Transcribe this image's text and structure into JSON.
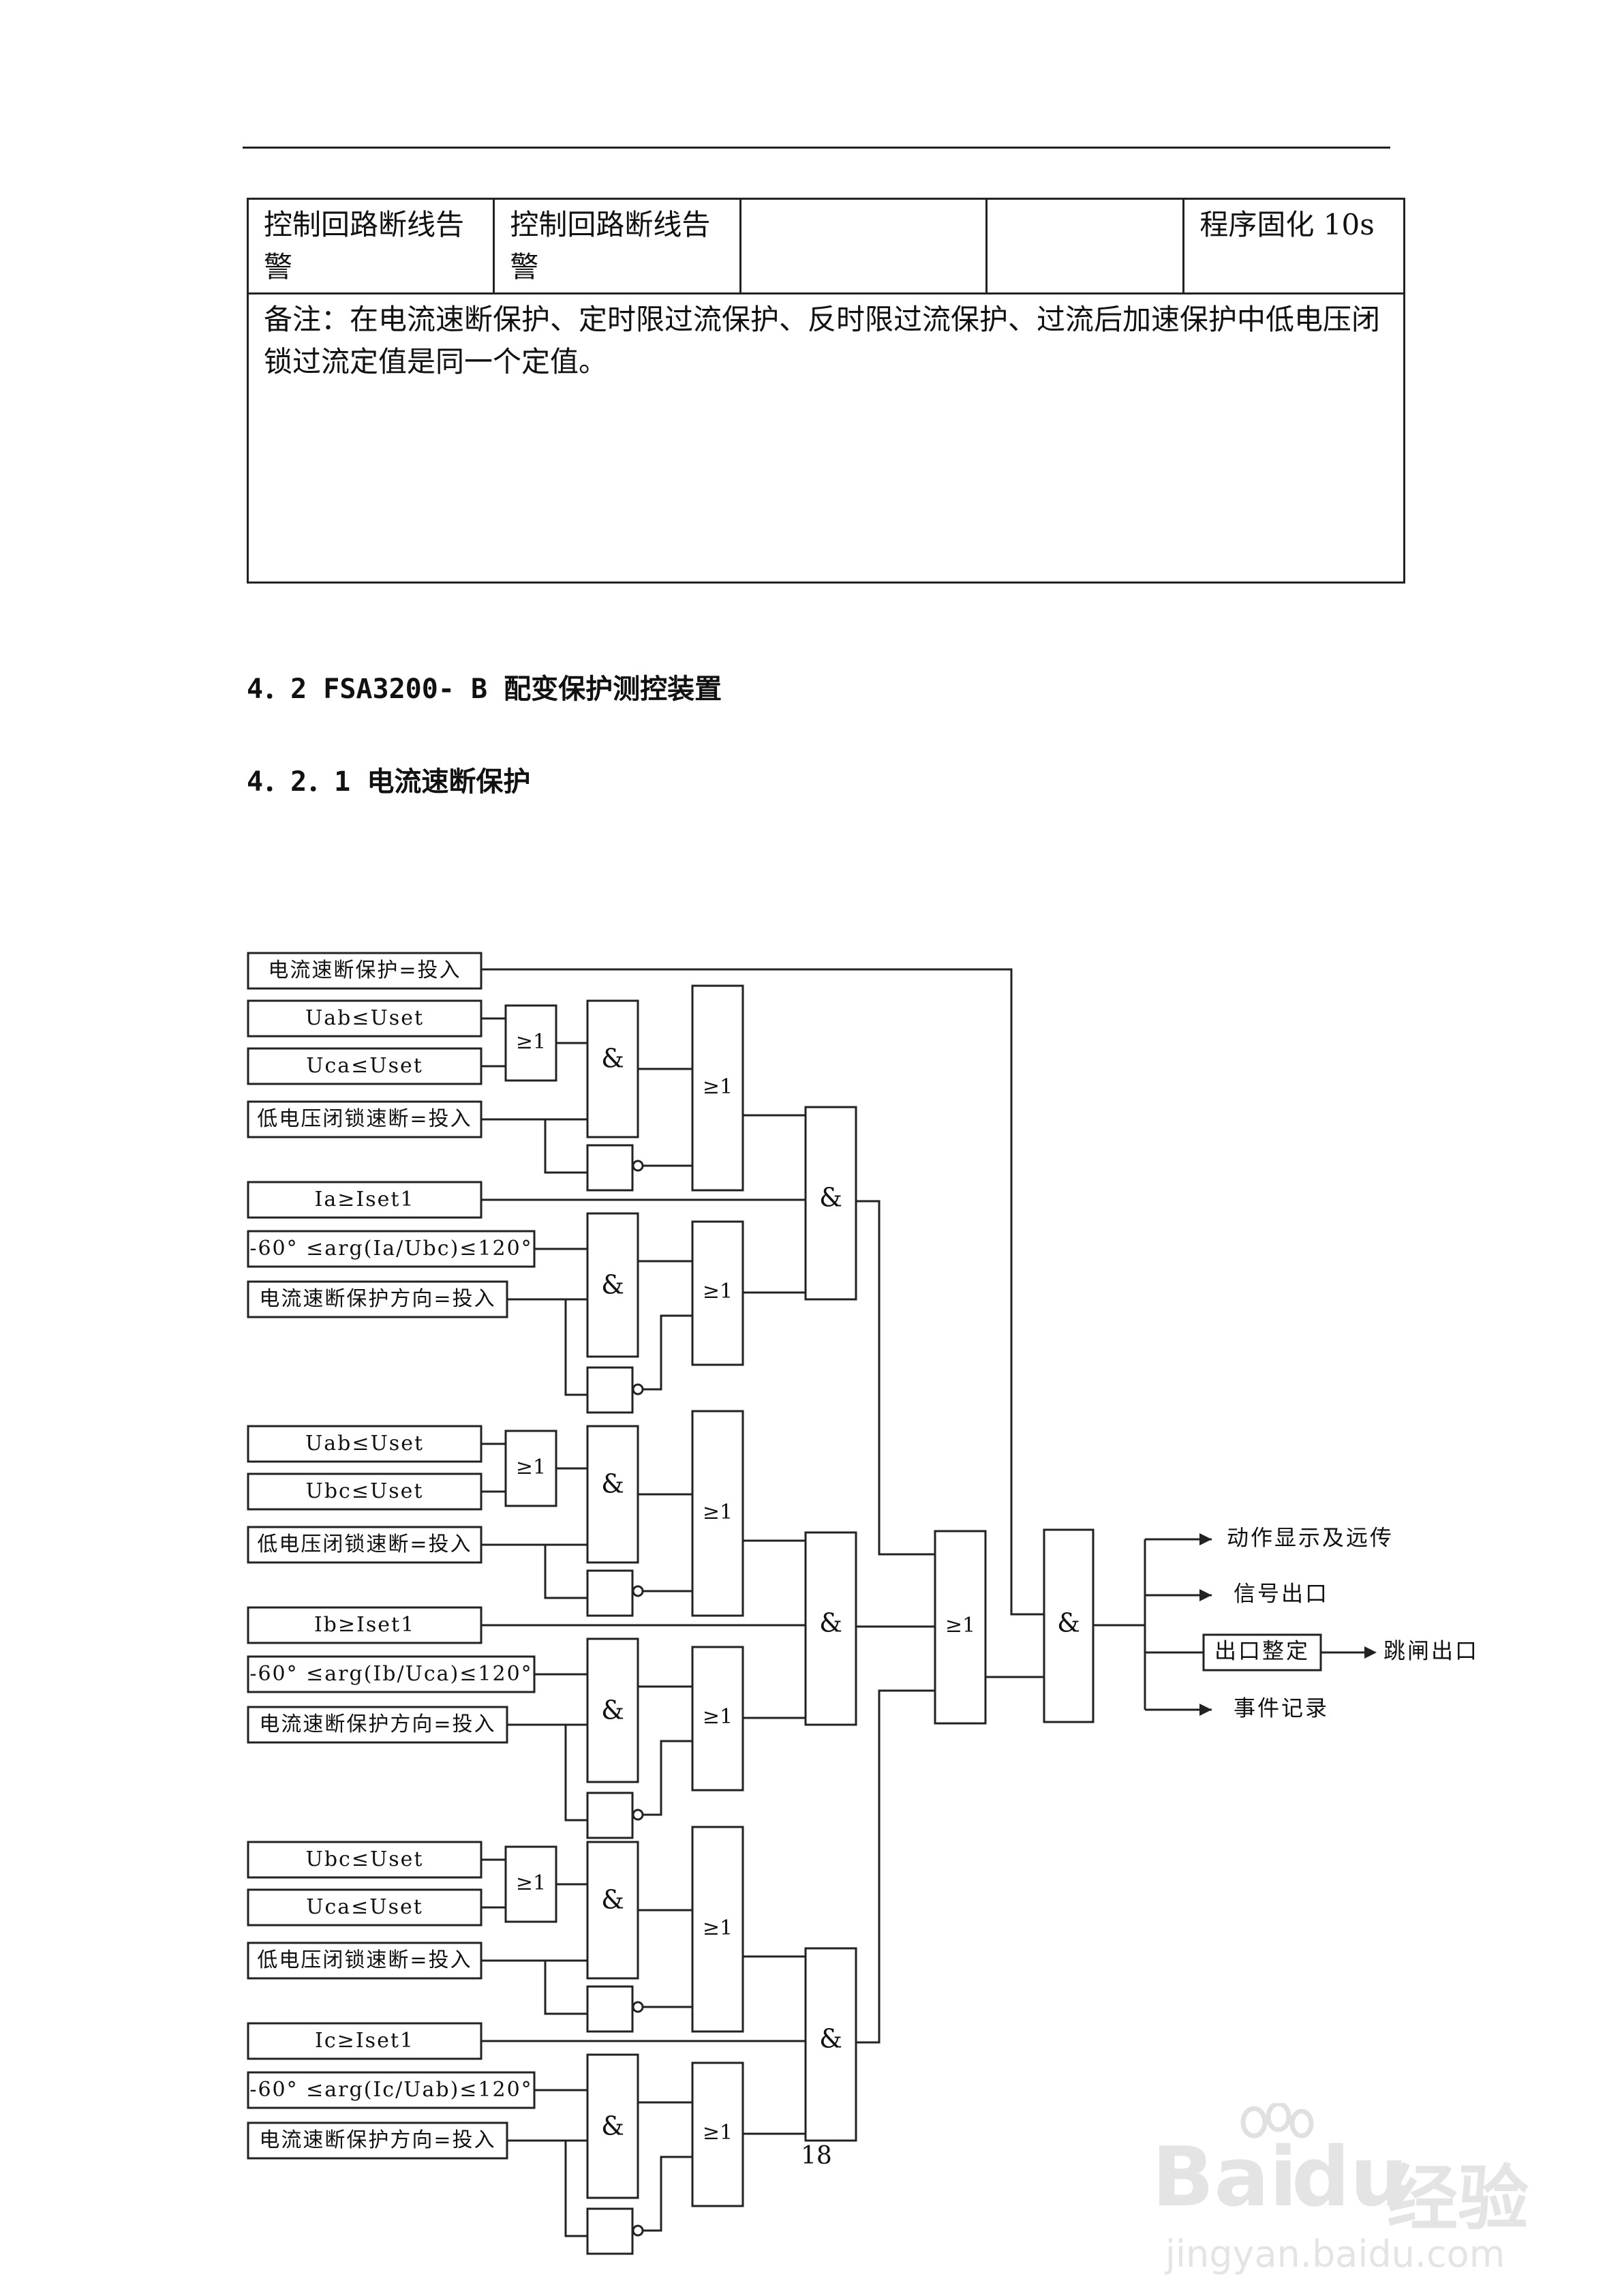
{
  "table": {
    "row1": [
      "控制回路断线告警",
      "控制回路断线告警",
      "",
      "",
      "程序固化 10s"
    ],
    "note": "备注：在电流速断保护、定时限过流保护、反时限过流保护、过流后加速保护中低电压闭锁过流定值是同一个定值。"
  },
  "headings": {
    "section": "4．2 FSA3200- B 配变保护测控装置",
    "subsection": "4．2．1 电流速断保护"
  },
  "diagram": {
    "enable": "电流速断保护=投入",
    "and": "&",
    "or": "≥1",
    "groups": [
      {
        "v1": "Uab≤Uset",
        "v2": "Uca≤Uset",
        "lv": "低电压闭锁速断=投入",
        "cur": "Ia≥Iset1",
        "angle": "-60° ≤arg(Ia/Ubc)≤120°",
        "dir": "电流速断保护方向=投入"
      },
      {
        "v1": "Uab≤Uset",
        "v2": "Ubc≤Uset",
        "lv": "低电压闭锁速断=投入",
        "cur": "Ib≥Iset1",
        "angle": "-60° ≤arg(Ib/Uca)≤120°",
        "dir": "电流速断保护方向=投入"
      },
      {
        "v1": "Ubc≤Uset",
        "v2": "Uca≤Uset",
        "lv": "低电压闭锁速断=投入",
        "cur": "Ic≥Iset1",
        "angle": "-60° ≤arg(Ic/Uab)≤120°",
        "dir": "电流速断保护方向=投入"
      }
    ],
    "outputs": {
      "o1": "动作显示及远传",
      "o2": "信号出口",
      "o3_box": "出口整定",
      "o3": "跳闸出口",
      "o4": "事件记录"
    }
  },
  "page_number": "18",
  "watermark": {
    "brand": "Bai",
    "brand2": "du",
    "cn": "经验",
    "url": "jingyan.baidu.com"
  }
}
